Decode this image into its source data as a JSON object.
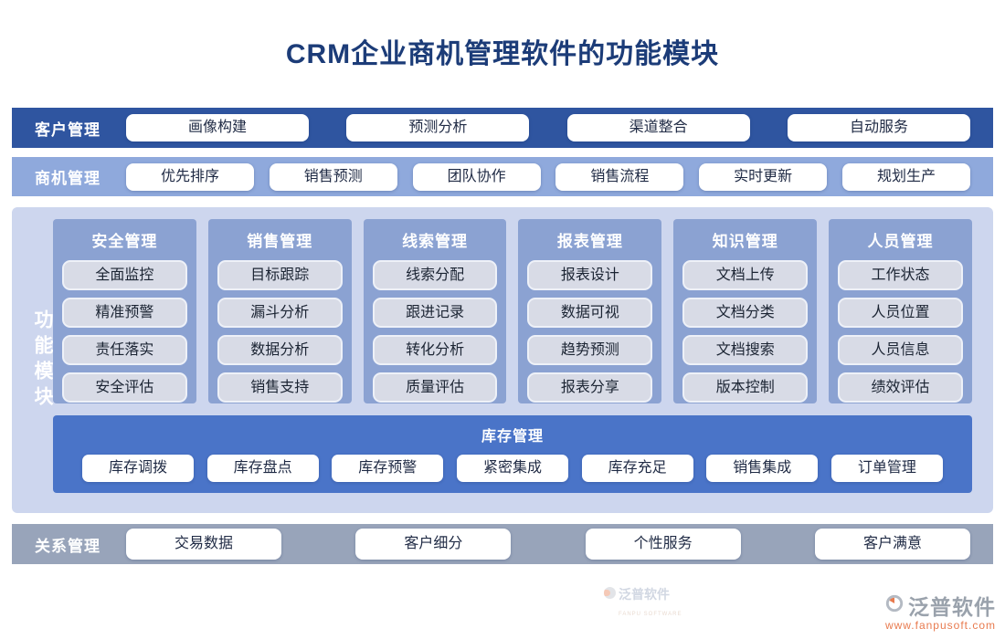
{
  "title": "CRM企业商机管理软件的功能模块",
  "rows": {
    "customer": {
      "label": "客户管理",
      "items": [
        "画像构建",
        "预测分析",
        "渠道整合",
        "自动服务"
      ]
    },
    "opportunity": {
      "label": "商机管理",
      "items": [
        "优先排序",
        "销售预测",
        "团队协作",
        "销售流程",
        "实时更新",
        "规划生产"
      ]
    }
  },
  "module_panel": {
    "side_label": "功能模块",
    "columns": [
      {
        "header": "安全管理",
        "items": [
          "全面监控",
          "精准预警",
          "责任落实",
          "安全评估"
        ]
      },
      {
        "header": "销售管理",
        "items": [
          "目标跟踪",
          "漏斗分析",
          "数据分析",
          "销售支持"
        ]
      },
      {
        "header": "线索管理",
        "items": [
          "线索分配",
          "跟进记录",
          "转化分析",
          "质量评估"
        ]
      },
      {
        "header": "报表管理",
        "items": [
          "报表设计",
          "数据可视",
          "趋势预测",
          "报表分享"
        ]
      },
      {
        "header": "知识管理",
        "items": [
          "文档上传",
          "文档分类",
          "文档搜索",
          "版本控制"
        ]
      },
      {
        "header": "人员管理",
        "items": [
          "工作状态",
          "人员位置",
          "人员信息",
          "绩效评估"
        ]
      }
    ],
    "inventory": {
      "header": "库存管理",
      "items": [
        "库存调拨",
        "库存盘点",
        "库存预警",
        "紧密集成",
        "库存充足",
        "销售集成",
        "订单管理"
      ]
    }
  },
  "relation": {
    "label": "关系管理",
    "items": [
      "交易数据",
      "客户细分",
      "个性服务",
      "客户满意"
    ]
  },
  "footer": {
    "brand": "泛普软件",
    "url": "www.fanpusoft.com"
  },
  "watermark": {
    "text": "泛普软件",
    "subtext": "FANPU SOFTWARE"
  },
  "colors": {
    "title_text": "#1c3c78",
    "customer_bar": "#2f55a0",
    "opportunity_bar": "#8fa9dc",
    "panel_bg": "#cdd6ee",
    "column_bg": "#8ba2d2",
    "column_item_bg": "#d8dbe6",
    "inventory_bg": "#4a74c8",
    "relation_bar": "#98a4ba",
    "button_text": "#1f2a44",
    "brand_gray": "#9aa2ac",
    "brand_orange": "#e87a4e"
  }
}
